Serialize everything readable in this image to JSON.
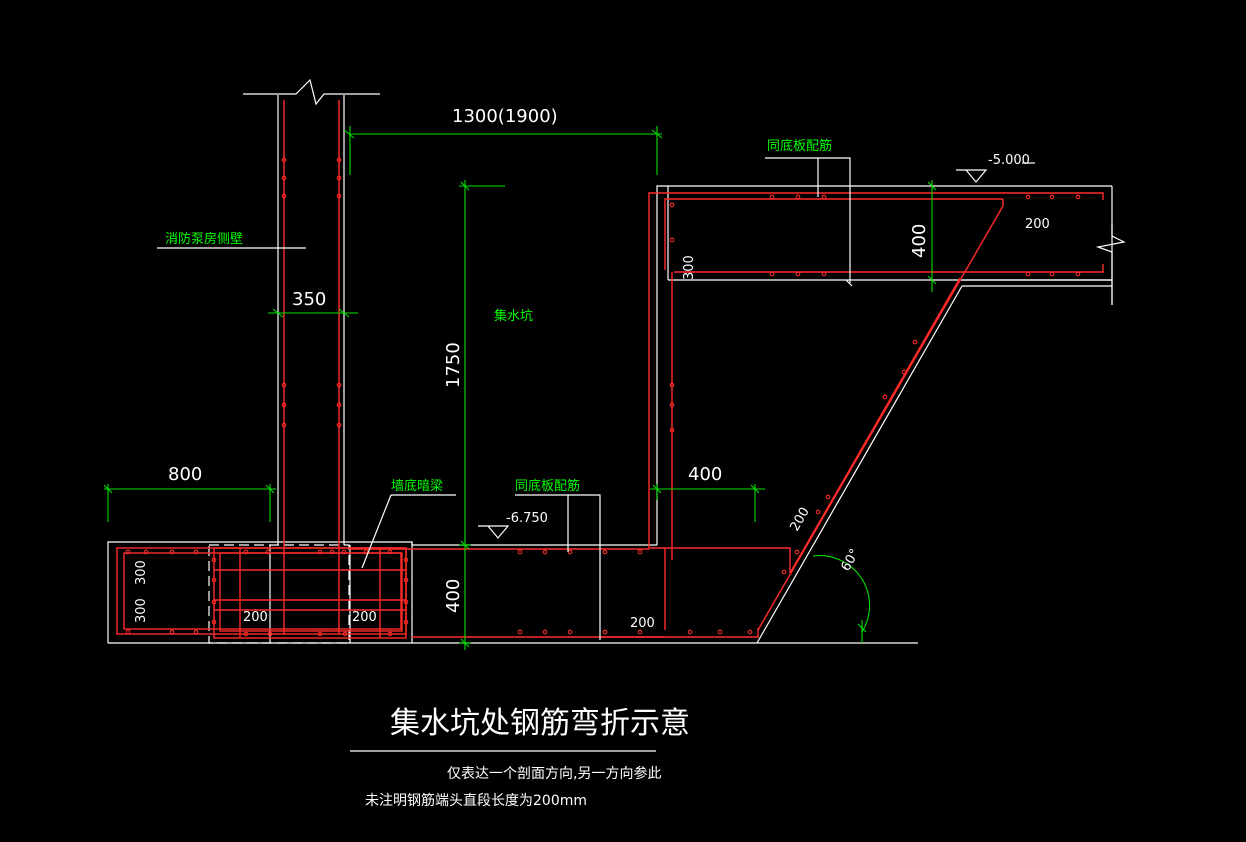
{
  "dims": {
    "top_span": "1300(1900)",
    "wall_thickness": "350",
    "left_width": "800",
    "pit_depth": "1750",
    "top_slab": "400",
    "bottom_slab": "400",
    "right_gap": "400",
    "hook_top": "200",
    "hook_slope": "200",
    "hook_bottom": "200",
    "hook_beam_left": "200",
    "hook_beam_right": "200",
    "inner_300": "300",
    "left_300_a": "300",
    "left_300_b": "300",
    "angle": "60°"
  },
  "labels": {
    "side_wall": "消防泵房侧壁",
    "pit": "集水坑",
    "wall_beam": "墙底暗梁",
    "same_bottom_1": "同底板配筋",
    "same_bottom_2": "同底板配筋",
    "elev_top": "-5.000",
    "elev_bottom": "-6.750"
  },
  "title": "集水坑处钢筋弯折示意",
  "notes": [
    "仅表达一个剖面方向,另一方向参此",
    "未注明钢筋端头直段长度为200mm"
  ],
  "colors": {
    "background": "#000000",
    "outline": "#ffffff",
    "rebar": "#ff2a2a",
    "dimension": "#00e000",
    "label": "#00ff00"
  }
}
